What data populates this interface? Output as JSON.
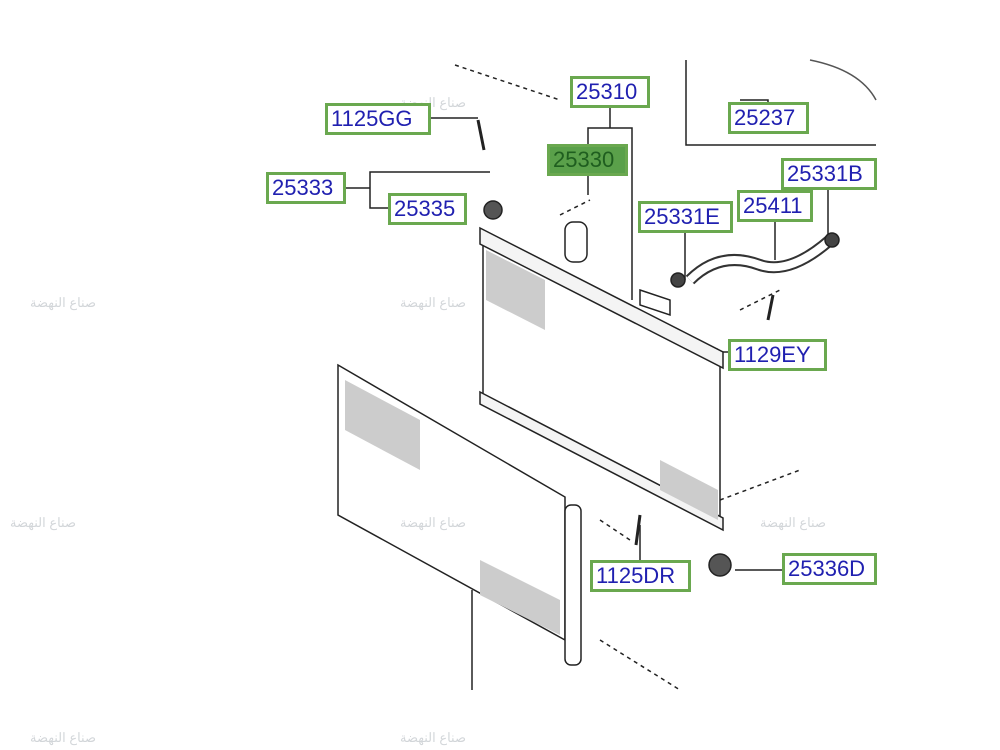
{
  "diagram": {
    "parts": [
      {
        "id": "25310",
        "label": "25310"
      },
      {
        "id": "1125GG",
        "label": "1125GG"
      },
      {
        "id": "25330",
        "label": "25330",
        "highlighted": true
      },
      {
        "id": "25333",
        "label": "25333"
      },
      {
        "id": "25335",
        "label": "25335"
      },
      {
        "id": "25331B",
        "label": "25331B"
      },
      {
        "id": "25331E",
        "label": "25331E"
      },
      {
        "id": "25411",
        "label": "25411"
      },
      {
        "id": "25237",
        "label": "25237"
      },
      {
        "id": "1129EY",
        "label": "1129EY"
      },
      {
        "id": "1125DR",
        "label": "1125DR"
      },
      {
        "id": "25336D",
        "label": "25336D"
      }
    ],
    "watermark": "صناع النهضة",
    "colors": {
      "label_border": "#6aa84f",
      "label_text": "#2020b0",
      "highlight_fill": "#5aa04a"
    }
  }
}
